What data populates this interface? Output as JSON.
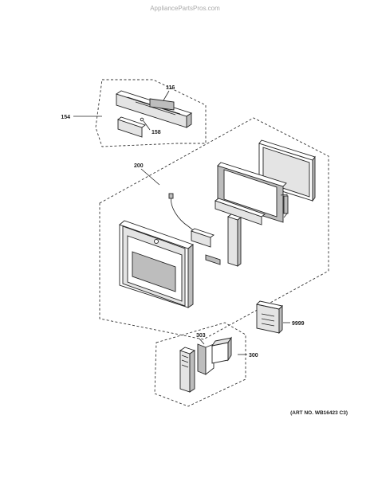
{
  "watermark": "AppliancePartsPros.com",
  "callouts": {
    "c154": "154",
    "c116": "116",
    "c158": "158",
    "c200": "200",
    "c9999": "9999",
    "c303": "303",
    "c300": "300"
  },
  "art_number": "(ART NO. WB16423 C3)",
  "colors": {
    "line": "#222222",
    "shade": "#bdbdbd",
    "watermark": "#aaaaaa"
  }
}
